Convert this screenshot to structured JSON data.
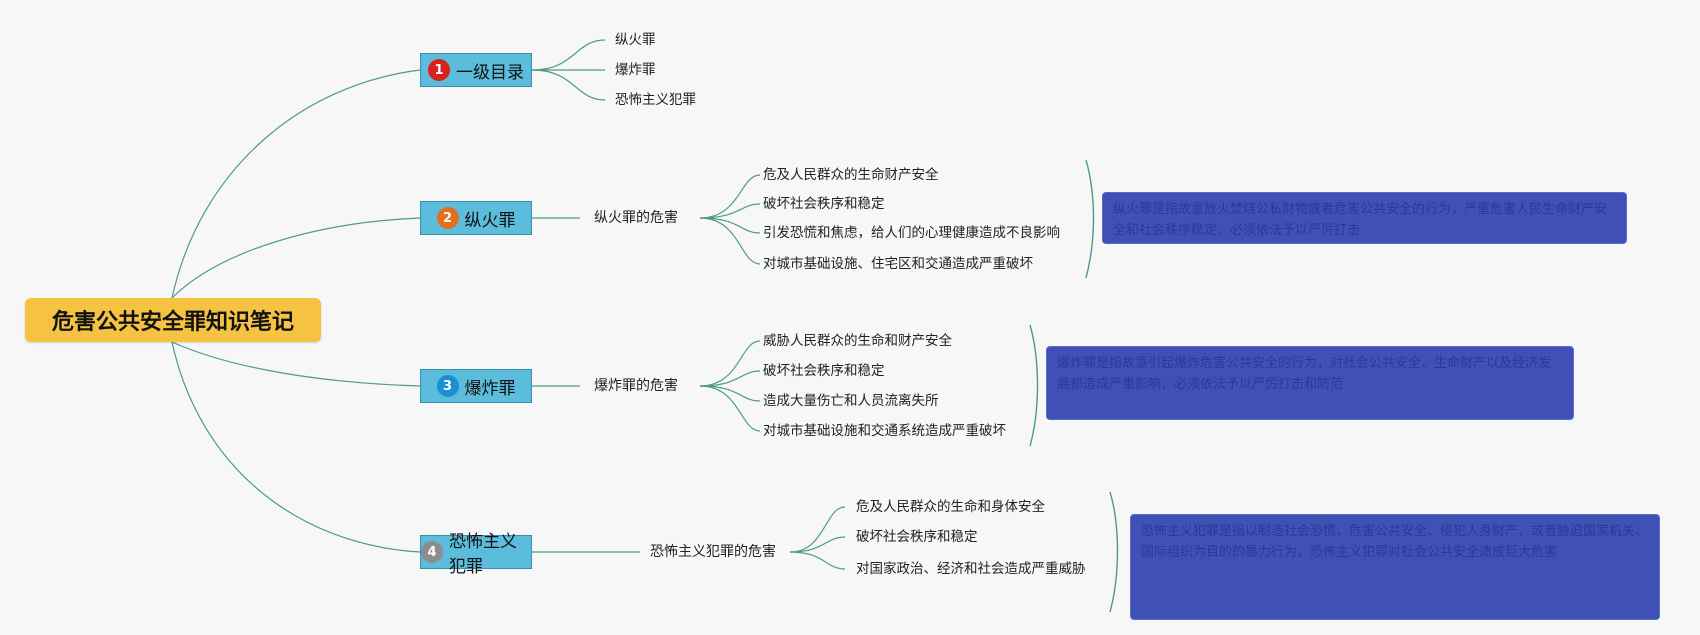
{
  "root": {
    "title": "危害公共安全罪知识笔记"
  },
  "colors": {
    "root_bg": "#f5c242",
    "branch_bg": "#5bbcdc",
    "edge": "#4f9c83",
    "note_bg": "#3f51b5",
    "badges": [
      "#d8221d",
      "#e0701c",
      "#1a8fd6",
      "#8c8c8c"
    ]
  },
  "branches": [
    {
      "number": "1",
      "label": "一级目录",
      "subtopic": "",
      "leaves": [
        "纵火罪",
        "爆炸罪",
        "恐怖主义犯罪"
      ],
      "note": ""
    },
    {
      "number": "2",
      "label": "纵火罪",
      "subtopic": "纵火罪的危害",
      "leaves": [
        "危及人民群众的生命财产安全",
        "破坏社会秩序和稳定",
        "引发恐慌和焦虑，给人们的心理健康造成不良影响",
        "对城市基础设施、住宅区和交通造成严重破坏"
      ],
      "note": "纵火罪是指故意放火焚烧公私财物或者危害公共安全的行为，严重危害人民生命财产安全和社会秩序稳定，必须依法予以严厉打击"
    },
    {
      "number": "3",
      "label": "爆炸罪",
      "subtopic": "爆炸罪的危害",
      "leaves": [
        "威胁人民群众的生命和财产安全",
        "破坏社会秩序和稳定",
        "造成大量伤亡和人员流离失所",
        "对城市基础设施和交通系统造成严重破坏"
      ],
      "note": "爆炸罪是指故意引起爆炸危害公共安全的行为，对社会公共安全、生命财产以及经济发展都造成严重影响，必须依法予以严厉打击和防范"
    },
    {
      "number": "4",
      "label": "恐怖主义犯罪",
      "subtopic": "恐怖主义犯罪的危害",
      "leaves": [
        "危及人民群众的生命和身体安全",
        "破坏社会秩序和稳定",
        "对国家政治、经济和社会造成严重威胁"
      ],
      "note": "恐怖主义犯罪是指以制造社会恐慌、危害公共安全、侵犯人身财产，或者胁迫国家机关、国际组织为目的的暴力行为，恐怖主义犯罪对社会公共安全造成巨大危害"
    }
  ]
}
